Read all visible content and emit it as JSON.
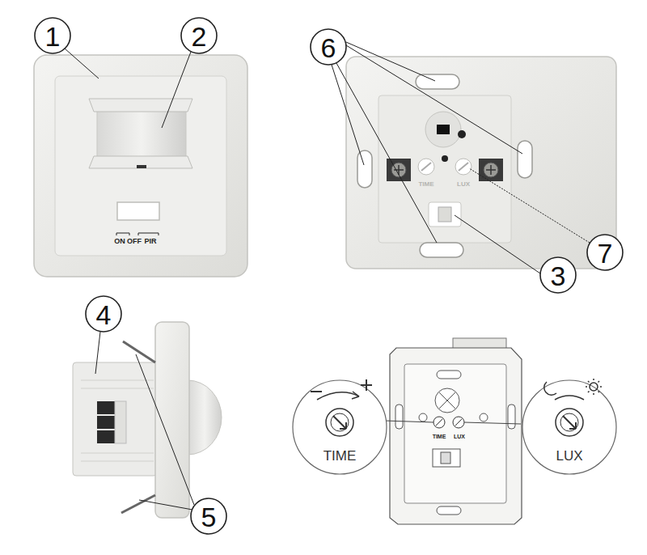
{
  "diagram": {
    "labels": [
      "1",
      "2",
      "ON",
      "OFF",
      "PIR",
      "6",
      "TIME",
      "LUX",
      "7",
      "3",
      "4",
      "5",
      "TIME",
      "LUX",
      "TIME",
      "LUX"
    ]
  }
}
